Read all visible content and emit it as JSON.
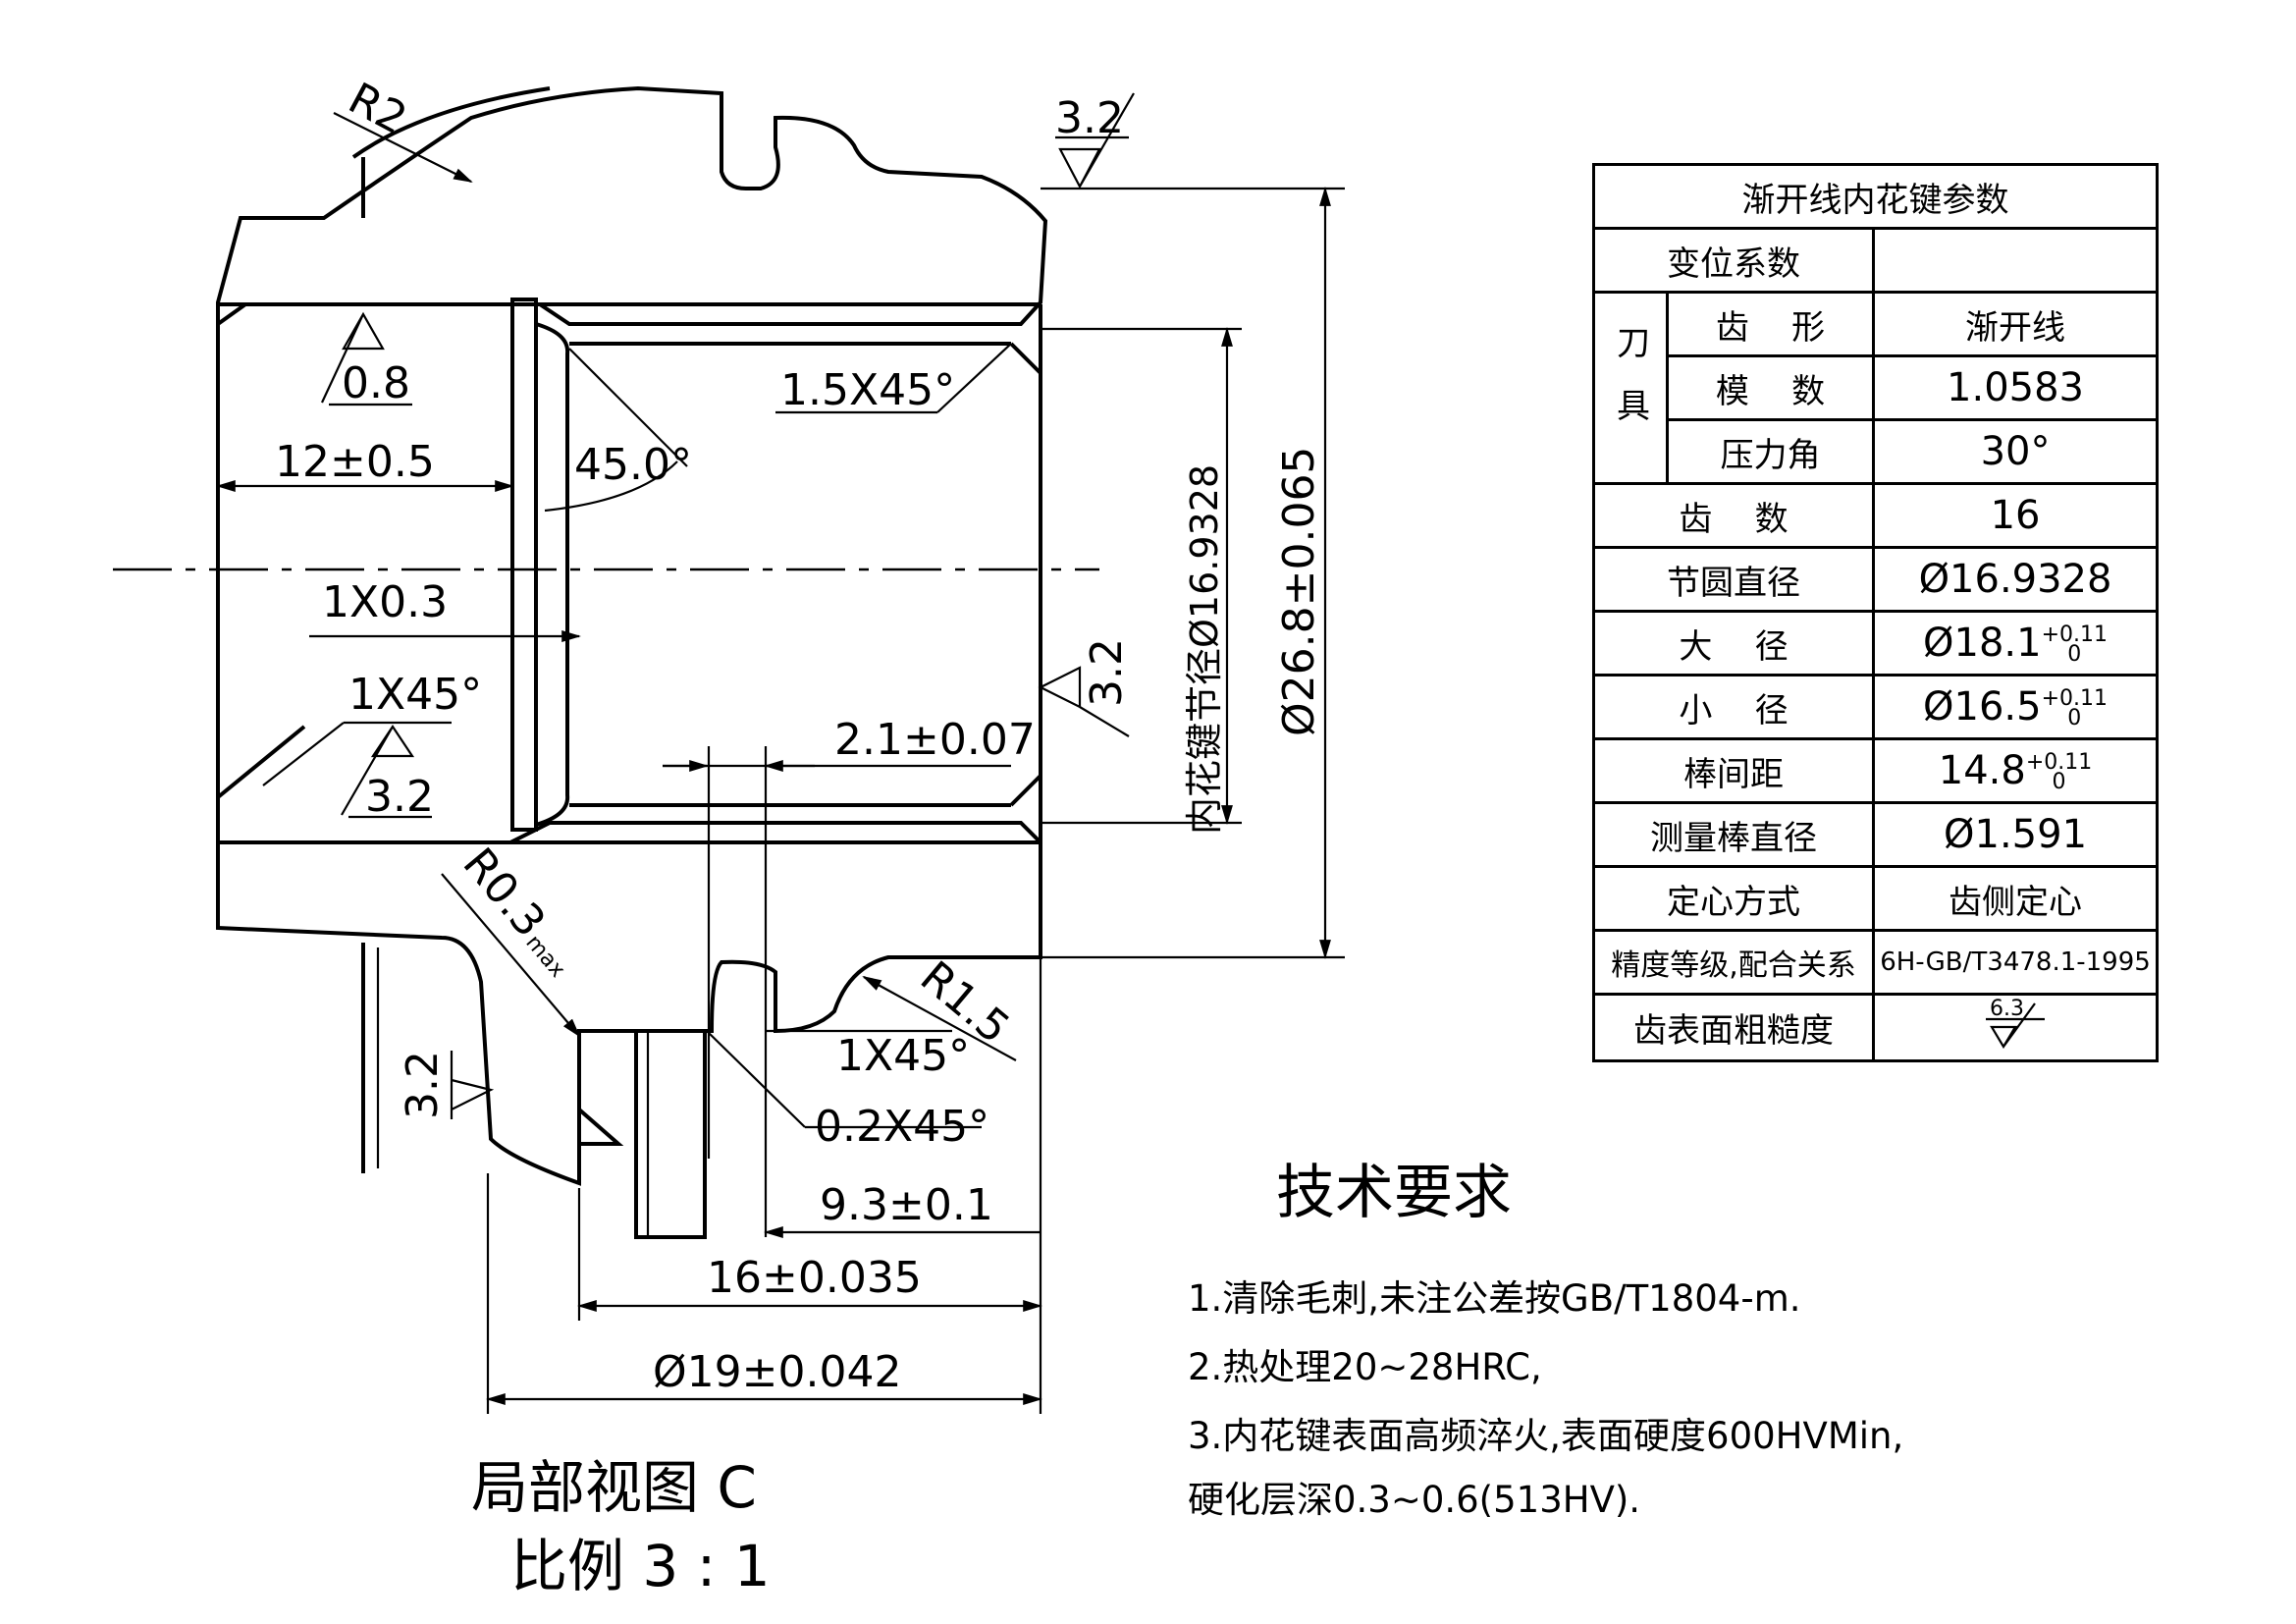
{
  "view": {
    "title": "局部视图 C",
    "scale": "比例 3 : 1"
  },
  "dimensions": {
    "r2": "R2",
    "rough_top": "3.2",
    "rough_08": "0.8",
    "d_12": "12±0.5",
    "angle_45": "45.0°",
    "chamfer_15": "1.5X45°",
    "chamfer_1x03": "1X0.3",
    "chamfer_1x45": "1X45°",
    "rough_32_left": "3.2",
    "d_21": "2.1±0.07",
    "pitch_dia": "内花键节径Ø16.9328",
    "outer_dia": "Ø26.8±0.065",
    "rough_32_right": "3.2",
    "r03": "R0.3",
    "r03_sub": "max",
    "r15": "R1.5",
    "rough_32_bottom": "3.2",
    "chamfer_1x45_b": "1X45°",
    "chamfer_02": "0.2X45°",
    "d_93": "9.3±0.1",
    "d_16": "16±0.035",
    "d_19": "Ø19±0.042"
  },
  "table": {
    "title": "渐开线内花键参数",
    "rows": [
      {
        "label": "变位系数",
        "value": ""
      },
      {
        "group": "刀具",
        "label": "齿    形",
        "value": "渐开线"
      },
      {
        "label": "模    数",
        "value": "1.0583"
      },
      {
        "label": "压力角",
        "value": "30°"
      },
      {
        "label": "齿    数",
        "value": "16"
      },
      {
        "label": "节圆直径",
        "value": "Ø16.9328"
      },
      {
        "label": "大    径",
        "value": "Ø18.1",
        "sup": "+0.11",
        "sub": "0"
      },
      {
        "label": "小    径",
        "value": "Ø16.5",
        "sup": "+0.11",
        "sub": "0"
      },
      {
        "label": "棒间距",
        "value": "14.8",
        "sup": "+0.11",
        "sub": "0"
      },
      {
        "label": "测量棒直径",
        "value": "Ø1.591"
      },
      {
        "label": "定心方式",
        "value": "齿侧定心"
      },
      {
        "label": "精度等级,配合关系",
        "value": "6H-GB/T3478.1-1995"
      },
      {
        "label": "齿表面粗糙度",
        "value": "6.3"
      }
    ]
  },
  "requirements": {
    "title": "技术要求",
    "items": [
      "1.清除毛刺,未注公差按GB/T1804-m.",
      "2.热处理20~28HRC,",
      "3.内花键表面高频淬火,表面硬度600HVMin,",
      "硬化层深0.3~0.6(513HV)."
    ]
  }
}
